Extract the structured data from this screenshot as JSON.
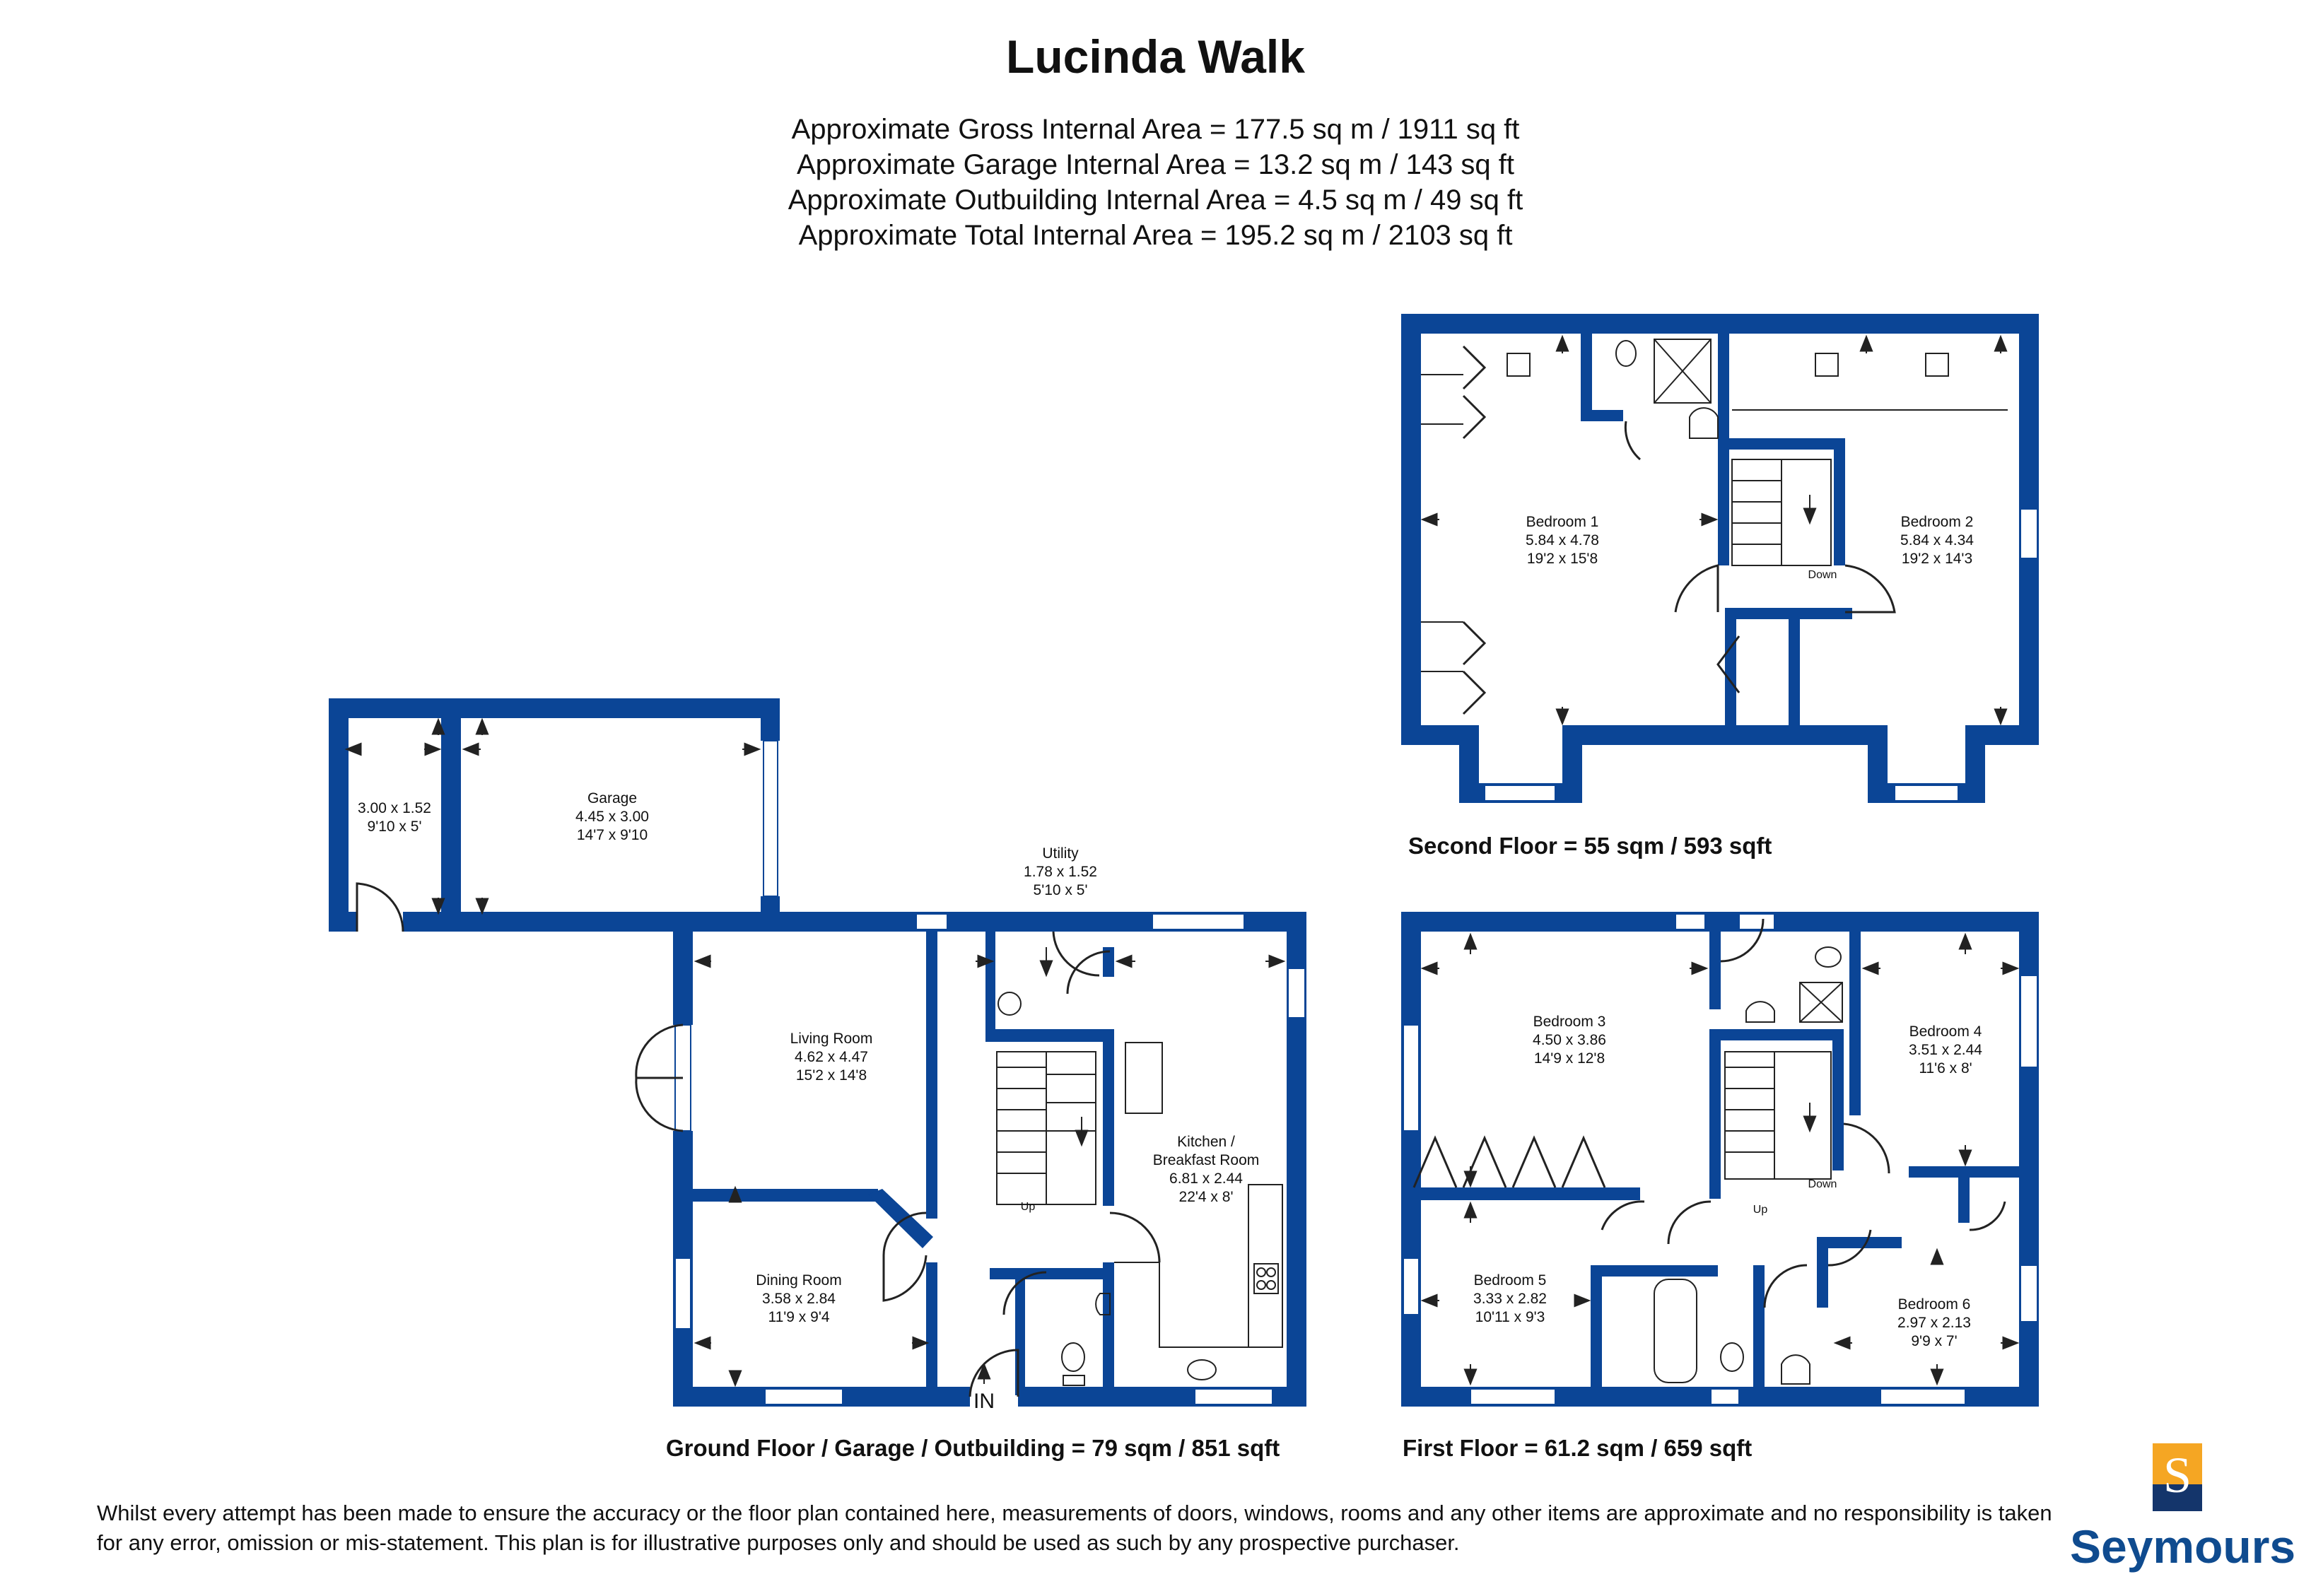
{
  "title": "Lucinda Walk",
  "areas": [
    "Approximate Gross Internal Area = 177.5 sq m / 1911 sq ft",
    "Approximate Garage Internal Area = 13.2 sq m / 143 sq ft",
    "Approximate Outbuilding Internal Area = 4.5 sq m / 49 sq ft",
    "Approximate Total Internal Area = 195.2 sq m / 2103 sq ft"
  ],
  "floors": {
    "ground": "Ground Floor / Garage / Outbuilding  = 79 sqm / 851 sqft",
    "first": "First Floor = 61.2 sqm / 659 sqft",
    "second": "Second Floor = 55 sqm / 593 sqft"
  },
  "rooms": {
    "outbuilding": {
      "name": "",
      "dim_m": "3.00 x 1.52",
      "dim_ft": "9'10 x 5'"
    },
    "garage": {
      "name": "Garage",
      "dim_m": "4.45 x 3.00",
      "dim_ft": "14'7 x 9'10"
    },
    "utility": {
      "name": "Utility",
      "dim_m": "1.78 x 1.52",
      "dim_ft": "5'10 x 5'"
    },
    "living": {
      "name": "Living Room",
      "dim_m": "4.62 x 4.47",
      "dim_ft": "15'2 x 14'8"
    },
    "dining": {
      "name": "Dining Room",
      "dim_m": "3.58 x 2.84",
      "dim_ft": "11'9 x 9'4"
    },
    "kitchen": {
      "name1": "Kitchen /",
      "name2": "Breakfast Room",
      "dim_m": "6.81 x 2.44",
      "dim_ft": "22'4 x 8'"
    },
    "bed1": {
      "name": "Bedroom 1",
      "dim_m": "5.84 x 4.78",
      "dim_ft": "19'2 x 15'8"
    },
    "bed2": {
      "name": "Bedroom 2",
      "dim_m": "5.84 x 4.34",
      "dim_ft": "19'2 x 14'3"
    },
    "bed3": {
      "name": "Bedroom 3",
      "dim_m": "4.50 x 3.86",
      "dim_ft": "14'9 x 12'8"
    },
    "bed4": {
      "name": "Bedroom 4",
      "dim_m": "3.51 x 2.44",
      "dim_ft": "11'6 x 8'"
    },
    "bed5": {
      "name": "Bedroom 5",
      "dim_m": "3.33 x 2.82",
      "dim_ft": "10'11 x 9'3"
    },
    "bed6": {
      "name": "Bedroom 6",
      "dim_m": "2.97 x 2.13",
      "dim_ft": "9'9 x 7'"
    }
  },
  "markers": {
    "entrance": "IN",
    "up": "Up",
    "down": "Down"
  },
  "disclaimer": "Whilst every attempt has been made to ensure the accuracy or the floor plan contained here, measurements of doors, windows, rooms and any other items are approximate and no responsibility is taken for any error, omission or mis-statement. This plan is for illustrative purposes only and should be used as such by any prospective purchaser.",
  "logo": {
    "letter": "S",
    "name": "Seymours"
  },
  "colors": {
    "wall": "#0b4596",
    "brand_navy": "#14356b",
    "brand_gold": "#f5a623"
  }
}
